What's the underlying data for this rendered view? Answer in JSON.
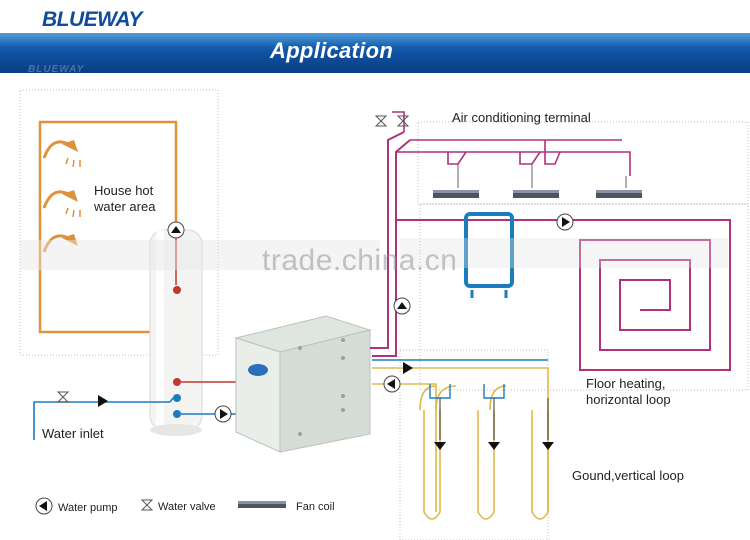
{
  "header": {
    "logo_text": "BLUEWAY",
    "banner_title": "Application"
  },
  "labels": {
    "house_hot_water": "House hot water area",
    "air_conditioning_terminal": "Air conditioning terminal",
    "floor_heating": "Floor heating, horizontal loop",
    "ground_vertical": "Gound,vertical loop",
    "water_inlet": "Water inlet"
  },
  "legend": {
    "water_pump": "Water pump",
    "water_valve": "Water valve",
    "fan_coil": "Fan coil"
  },
  "watermark": "trade.china.cn",
  "colors": {
    "banner_blue": "#0e4f9e",
    "hot_pipe_magenta": "#b0307c",
    "cold_pipe_blue": "#1b7dc0",
    "ground_loop_yellow": "#e0b84a",
    "hot_water_area_orange": "#e0923a",
    "supply_red": "#c0392b"
  },
  "icons": [
    "shower-icon",
    "water-pump-icon",
    "water-valve-icon",
    "fan-coil-icon",
    "heat-pump-unit-icon",
    "water-tank-icon"
  ]
}
